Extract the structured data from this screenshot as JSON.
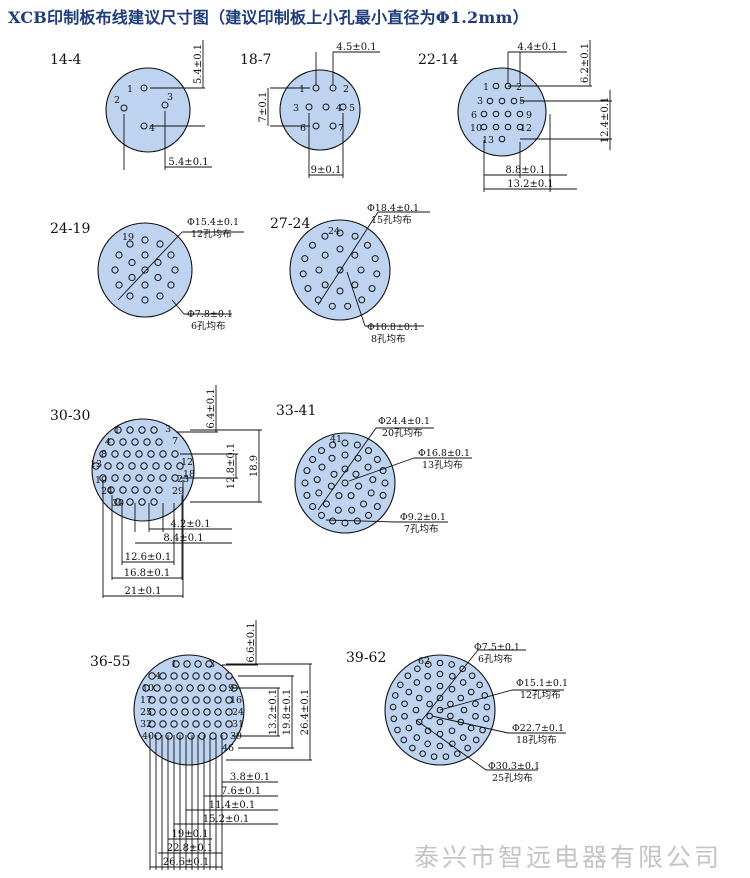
{
  "title": "XCB印制板布线建议尺寸图（建议印制板上小孔最小直径为Φ1.2mm）",
  "company": "泰兴市智远电器有限公司",
  "colors": {
    "face": "#bdd3ef",
    "line": "#111111",
    "title": "#1f3d7a"
  },
  "layouts": [
    {
      "code": "14-4",
      "pins": [
        "1",
        "2",
        "3",
        "4"
      ],
      "dims": [
        "5.4±0.1",
        "5.4±0.1"
      ],
      "rings": []
    },
    {
      "code": "18-7",
      "pins": [
        "1",
        "2",
        "3",
        "4",
        "5",
        "6",
        "7"
      ],
      "dims": [
        "4.5±0.1",
        "7±0.1",
        "9±0.1"
      ],
      "rings": []
    },
    {
      "code": "22-14",
      "pins": [
        "1",
        "2",
        "3",
        "5",
        "6",
        "9",
        "10",
        "12",
        "13"
      ],
      "dims": [
        "4.4±0.1",
        "6.2±0.1",
        "12.4±0.1",
        "8.8±0.1",
        "13.2±0.1"
      ],
      "rings": []
    },
    {
      "code": "24-19",
      "pins": [
        "19"
      ],
      "dims": [],
      "rings": [
        {
          "dia": "Φ15.4±0.1",
          "note": "12孔均布"
        },
        {
          "dia": "Φ7.8±0.1",
          "note": "6孔均布"
        }
      ]
    },
    {
      "code": "27-24",
      "pins": [
        "24"
      ],
      "dims": [],
      "rings": [
        {
          "dia": "Φ18.4±0.1",
          "note": "15孔均布"
        },
        {
          "dia": "Φ10.8±0.1",
          "note": "8孔均布"
        }
      ]
    },
    {
      "code": "30-30",
      "pins": [
        "1",
        "3",
        "4",
        "7",
        "8",
        "12",
        "13",
        "18",
        "19",
        "23",
        "24",
        "29",
        "30"
      ],
      "dims": [
        "6.4±0.1",
        "12.8±0.1",
        "18.9",
        "4.2±0.1",
        "8.4±0.1",
        "12.6±0.1",
        "16.8±0.1",
        "21±0.1"
      ],
      "rings": []
    },
    {
      "code": "33-41",
      "pins": [
        "41"
      ],
      "dims": [],
      "rings": [
        {
          "dia": "Φ24.4±0.1",
          "note": "20孔均布"
        },
        {
          "dia": "Φ16.8±0.1",
          "note": "13孔均布"
        },
        {
          "dia": "Φ9.2±0.1",
          "note": "7孔均布"
        }
      ]
    },
    {
      "code": "36-55",
      "pins": [
        "1",
        "3",
        "4",
        "9",
        "10",
        "16",
        "17",
        "24",
        "25",
        "31",
        "32",
        "39",
        "40",
        "46"
      ],
      "dims": [
        "6.6±0.1",
        "13.2±0.1",
        "19.8±0.1",
        "26.4±0.1",
        "3.8±0.1",
        "7.6±0.1",
        "11.4±0.1",
        "15.2±0.1",
        "19±0.1",
        "22.8±0.1",
        "26.6±0.1"
      ],
      "rings": []
    },
    {
      "code": "39-62",
      "pins": [
        "62"
      ],
      "dims": [],
      "rings": [
        {
          "dia": "Φ7.5±0.1",
          "note": "6孔均布"
        },
        {
          "dia": "Φ15.1±0.1",
          "note": "12孔均布"
        },
        {
          "dia": "Φ22.7±0.1",
          "note": "18孔均布"
        },
        {
          "dia": "Φ30.3±0.1",
          "note": "25孔均布"
        }
      ]
    }
  ]
}
